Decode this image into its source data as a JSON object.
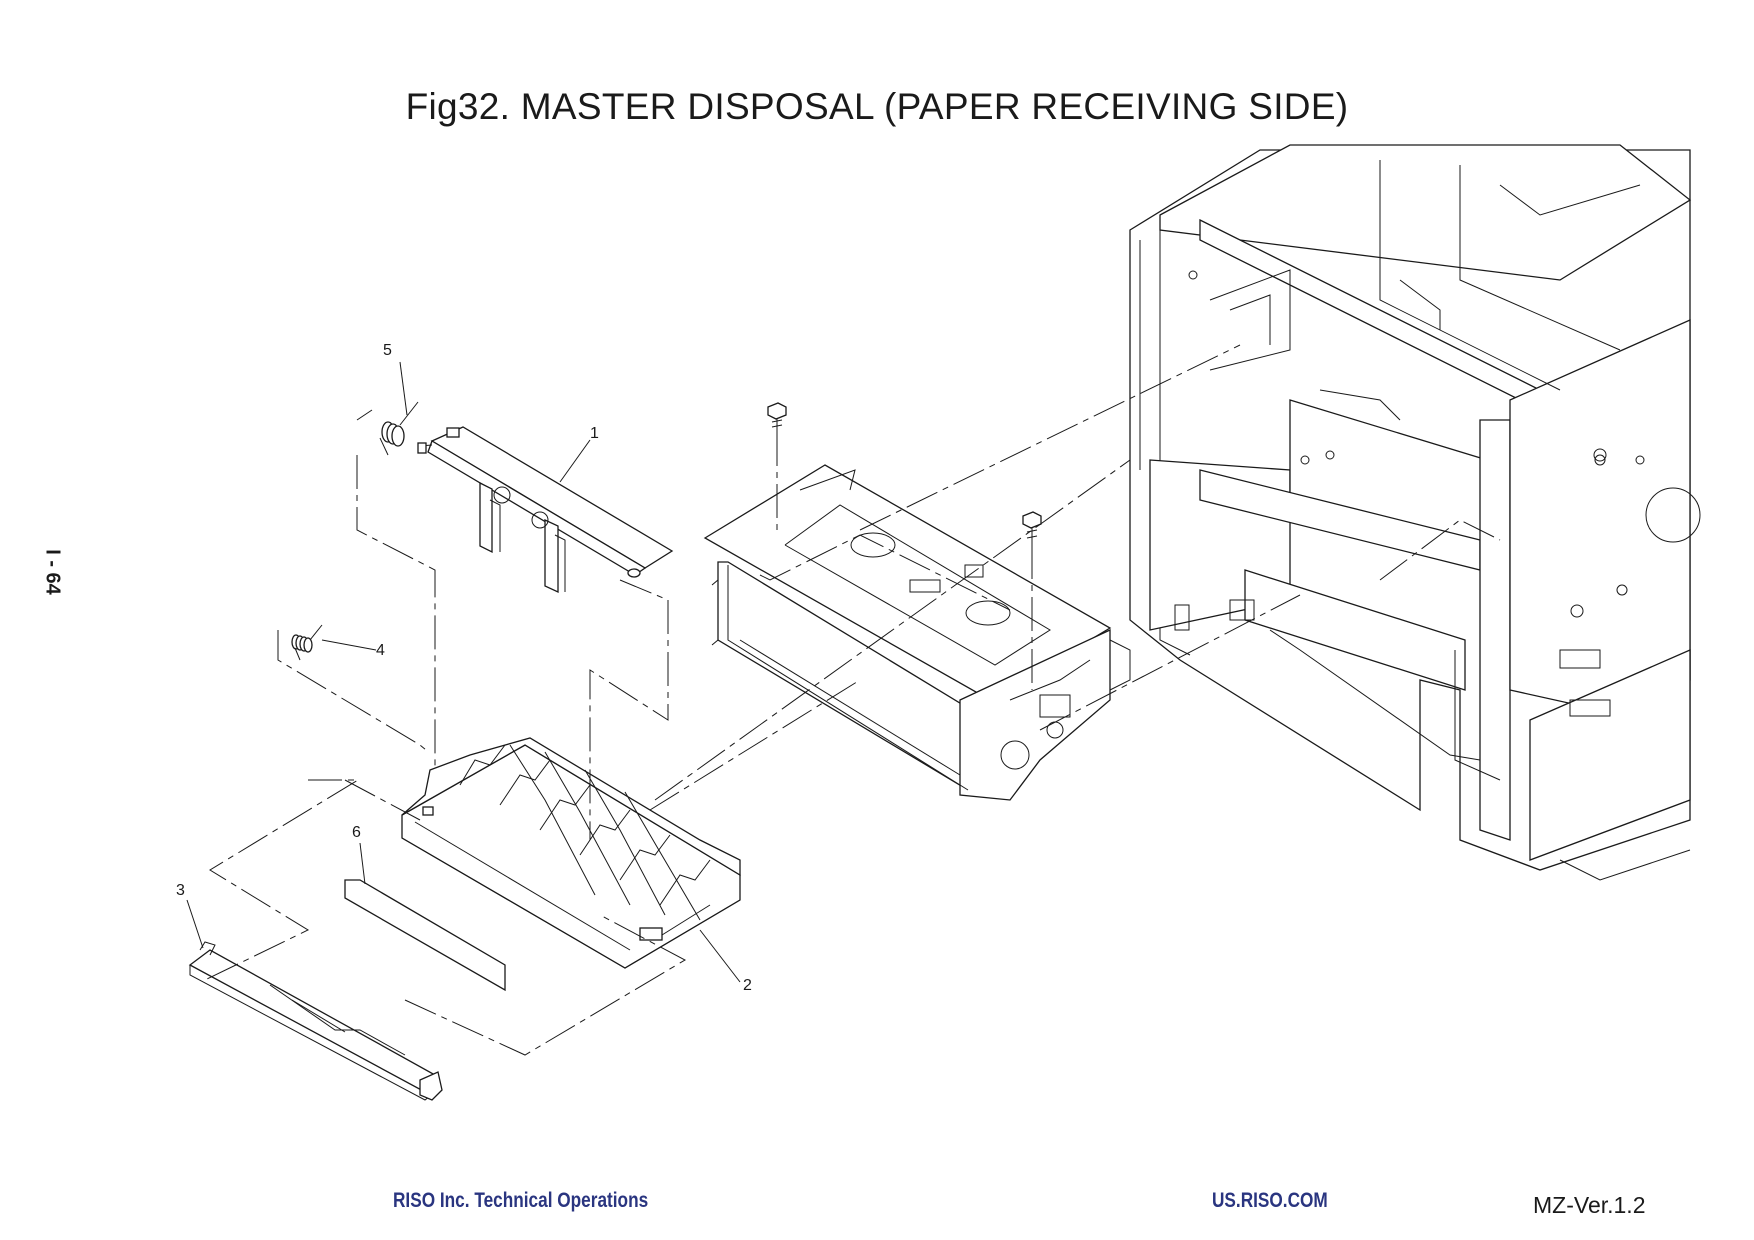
{
  "title": "Fig32. MASTER DISPOSAL (PAPER RECEIVING SIDE)",
  "page_number": "I - 64",
  "footer": {
    "company": "RISO Inc. Technical Operations",
    "website": "US.RISO.COM",
    "version": "MZ-Ver.1.2"
  },
  "callouts": {
    "c1": "1",
    "c2": "2",
    "c3": "3",
    "c4": "4",
    "c5": "5",
    "c6": "6"
  }
}
